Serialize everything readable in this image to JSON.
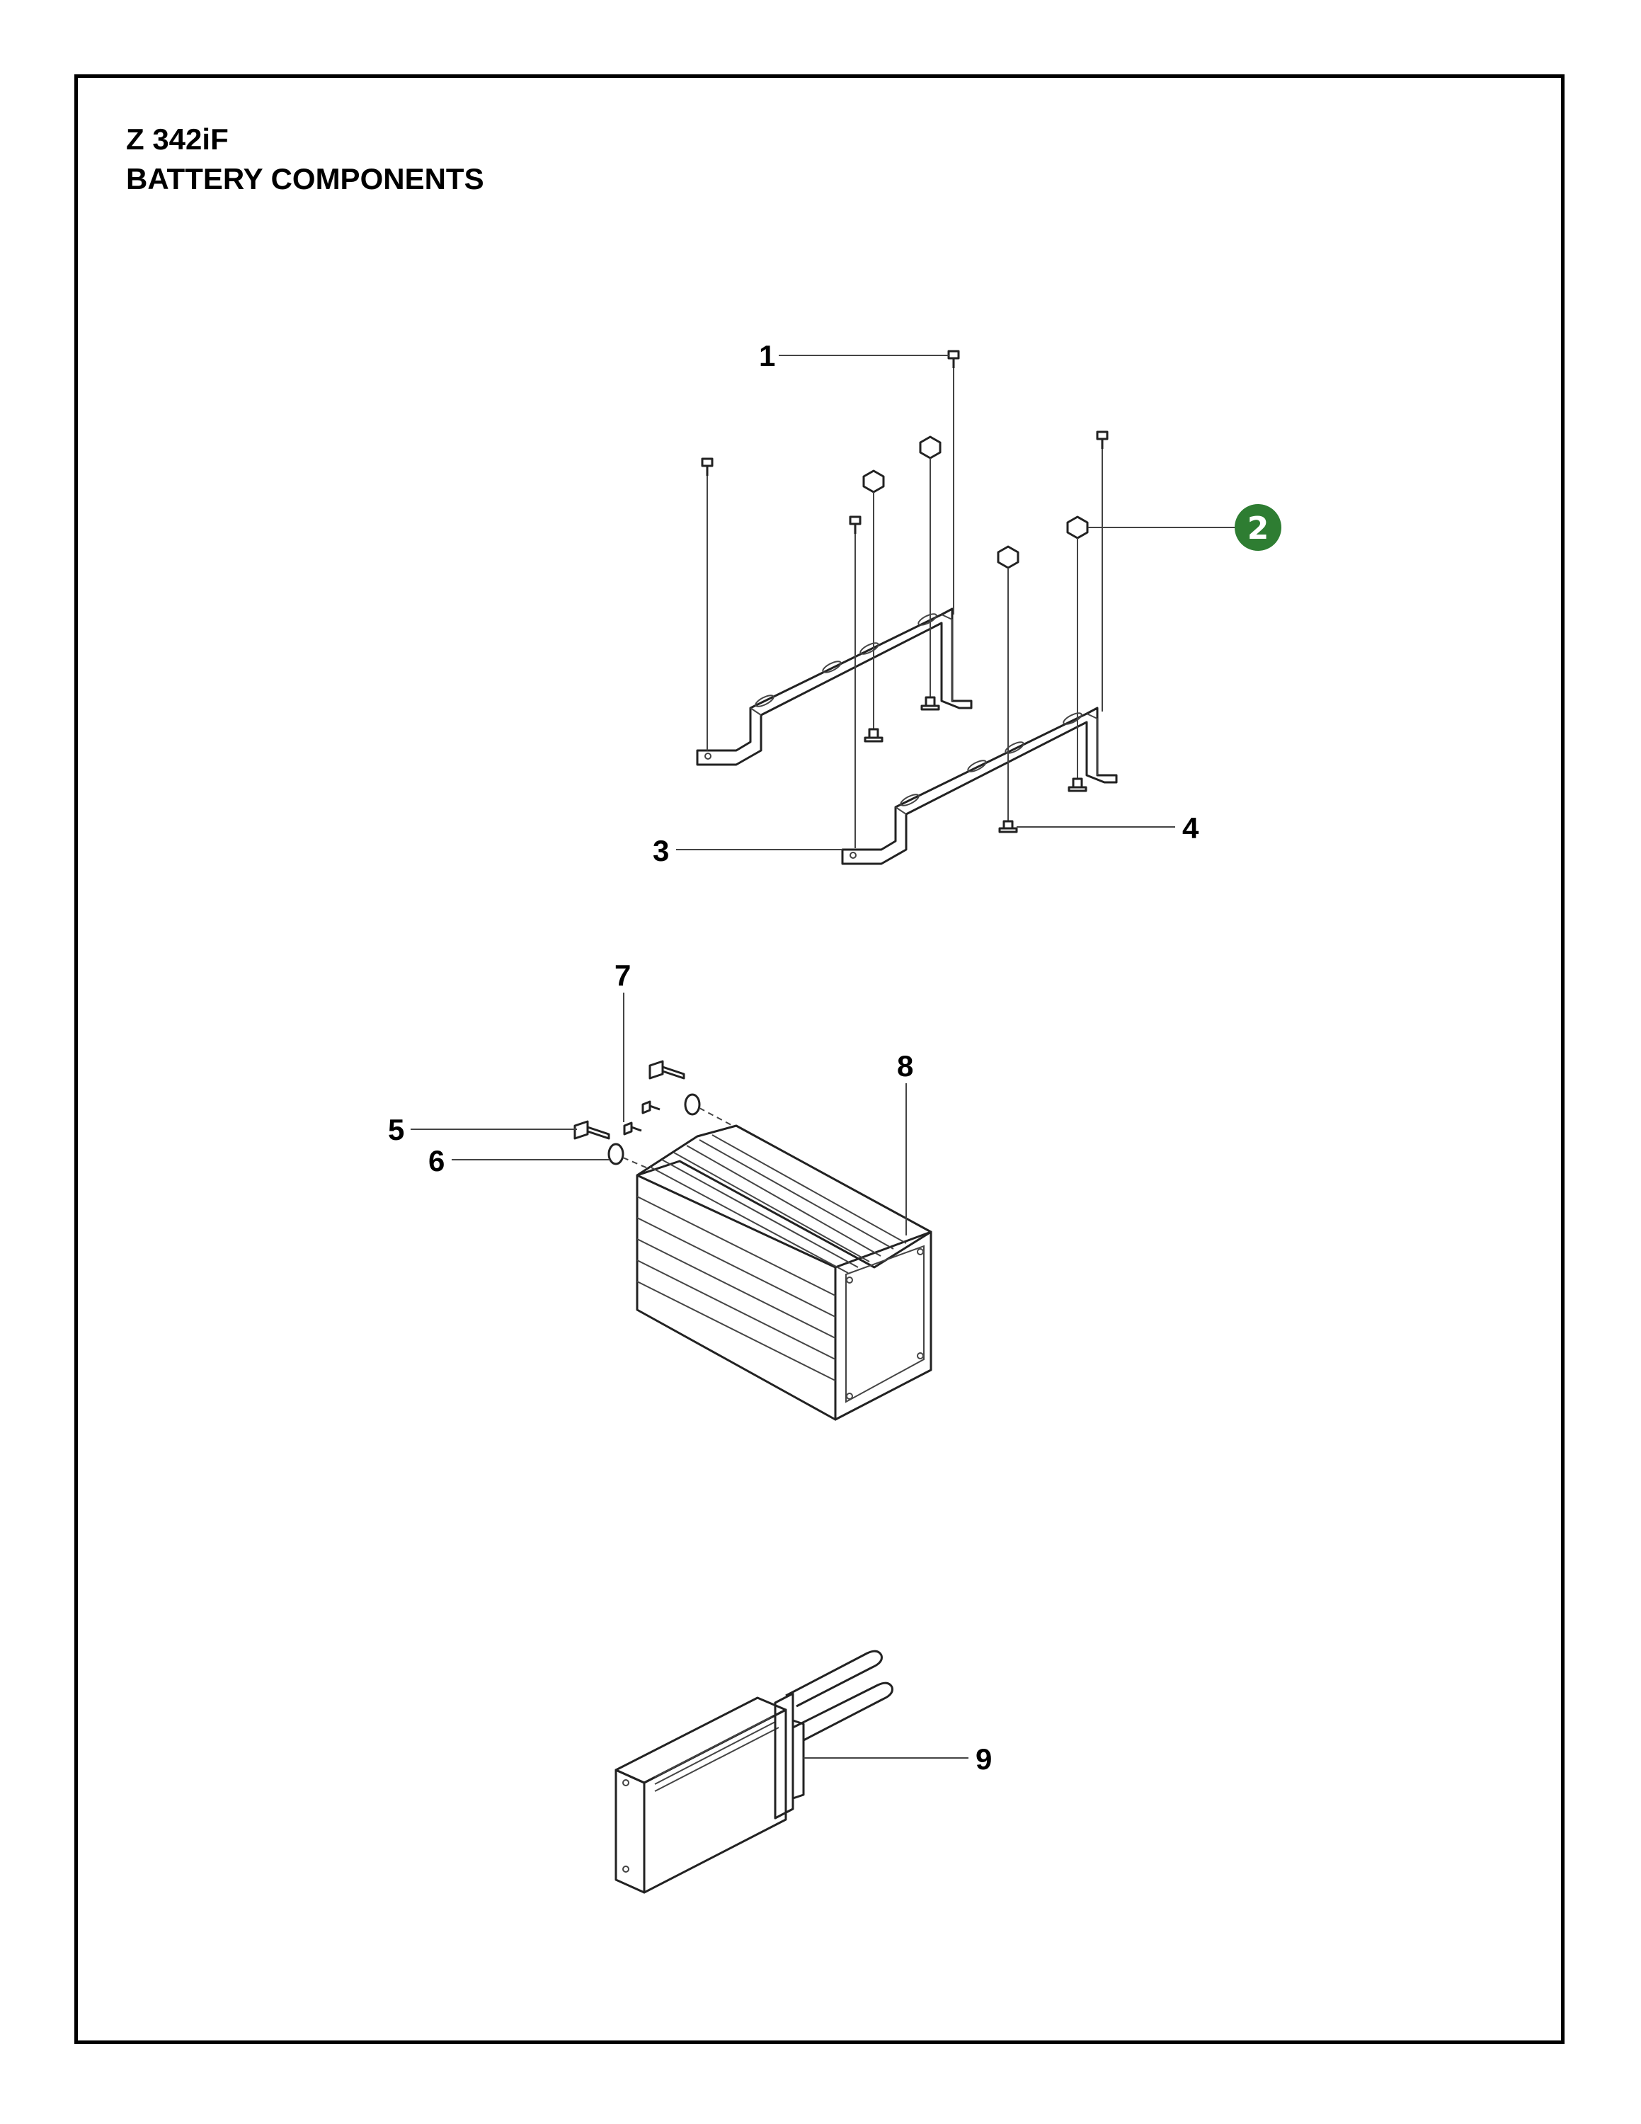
{
  "header": {
    "model": "Z 342iF",
    "section": "BATTERY COMPONENTS"
  },
  "callouts": [
    {
      "id": "1",
      "text": "1"
    },
    {
      "id": "2",
      "text": "2",
      "highlighted": true
    },
    {
      "id": "3",
      "text": "3"
    },
    {
      "id": "4",
      "text": "4"
    },
    {
      "id": "5",
      "text": "5"
    },
    {
      "id": "6",
      "text": "6"
    },
    {
      "id": "7",
      "text": "7"
    },
    {
      "id": "8",
      "text": "8"
    },
    {
      "id": "9",
      "text": "9"
    }
  ],
  "colors": {
    "highlight_badge": "#2e7d32",
    "line": "#222222"
  }
}
